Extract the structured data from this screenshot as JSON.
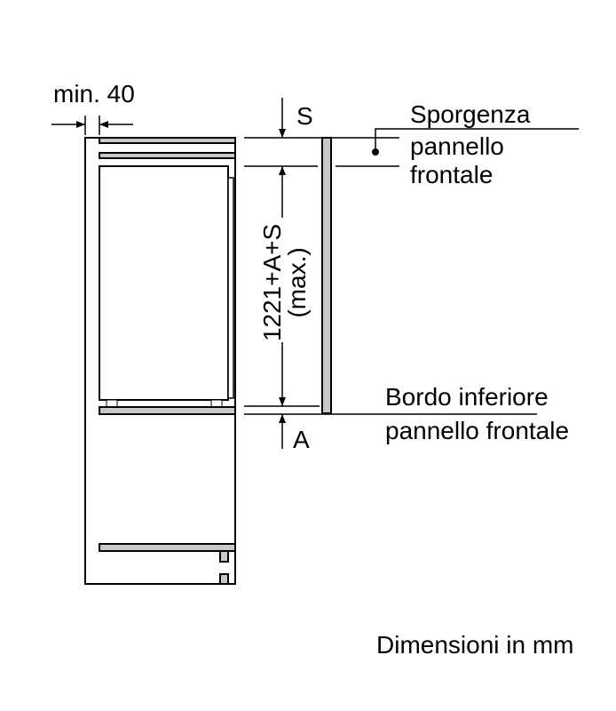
{
  "labels": {
    "min_gap": "min. 40",
    "s": "S",
    "a": "A",
    "height_dim": "1221+A+S",
    "height_max": "(max.)",
    "protrusion_1": "Sporgenza",
    "protrusion_2": "pannello",
    "protrusion_3": "frontale",
    "bottom_edge_1": "Bordo inferiore",
    "bottom_edge_2": "pannello frontale",
    "units": "Dimensioni in mm"
  },
  "colors": {
    "panel_fill": "#c8c8c8",
    "line": "#000000"
  }
}
